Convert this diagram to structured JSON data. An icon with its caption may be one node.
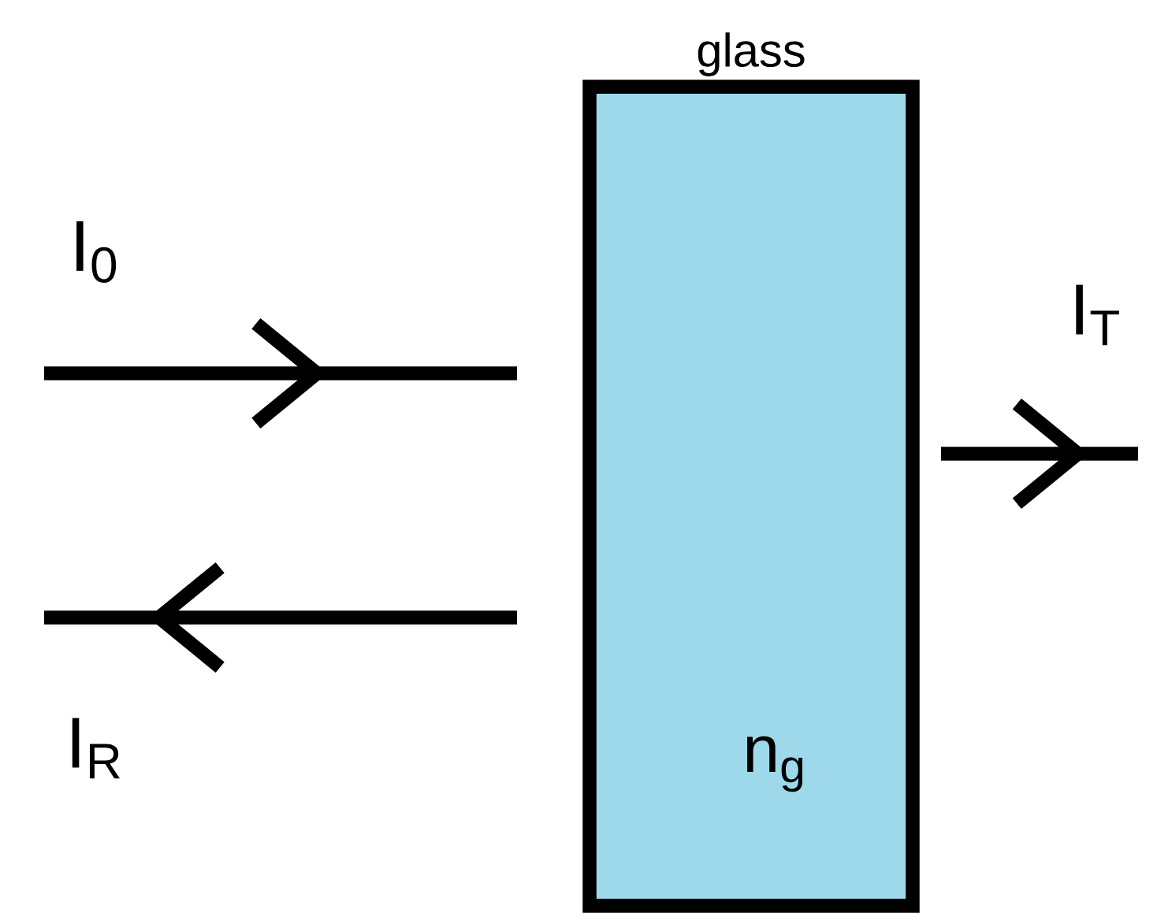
{
  "diagram": {
    "nodes": [
      {
        "text": [
          "glass",
          "n$_{g}$"
        ]
      }
    ],
    "labels": [
      "I$_{0}$",
      "I$_{T}$",
      "I$_{R}$"
    ]
  }
}
